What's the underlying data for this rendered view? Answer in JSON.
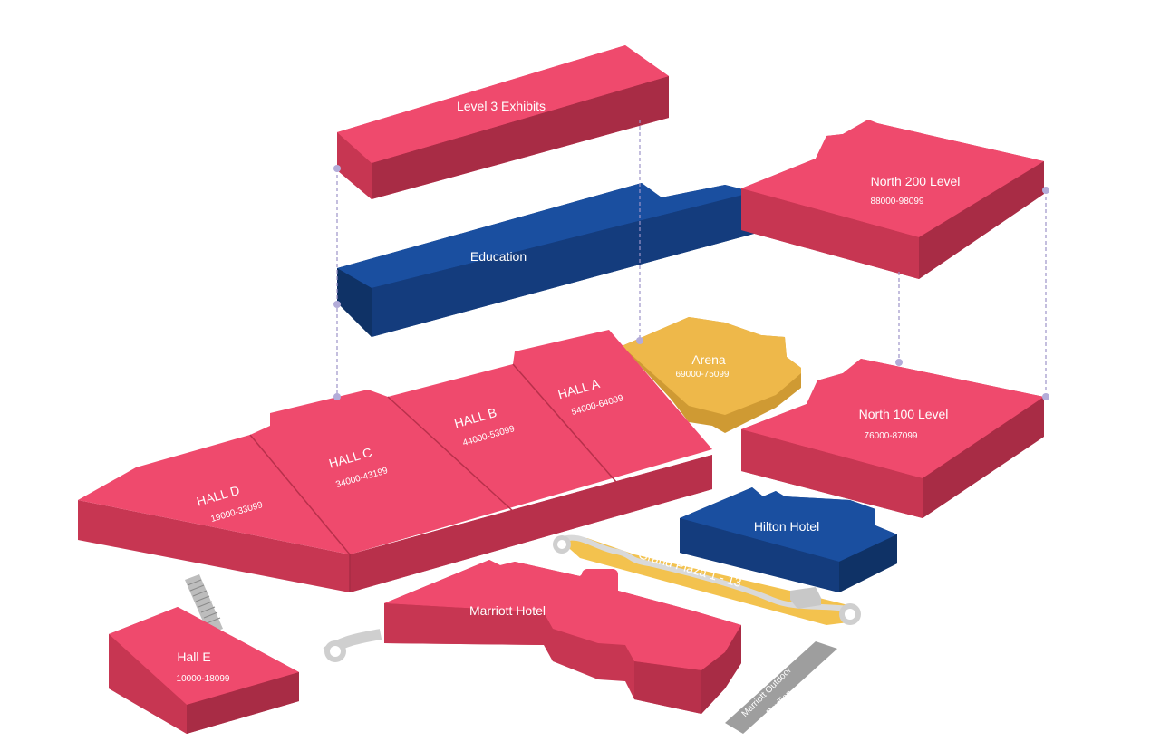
{
  "colors": {
    "exhibit_top": "#ef4a6d",
    "exhibit_front": "#c73652",
    "exhibit_side": "#a82c45",
    "education_top": "#1a4fa0",
    "education_front": "#143c7d",
    "arena_top": "#eeb84a",
    "arena_side": "#cf9a33",
    "plaza": "#f3c24e",
    "pavilion": "#9e9e9e",
    "connector": "#cfcfcf",
    "guide_line": "#9c94c8"
  },
  "buildings": {
    "level3": {
      "name": "Level 3 Exhibits"
    },
    "education": {
      "name": "Education"
    },
    "north200": {
      "name": "North 200 Level",
      "range": "88000-98099"
    },
    "north100": {
      "name": "North 100 Level",
      "range": "76000-87099"
    },
    "arena": {
      "name": "Arena",
      "range": "69000-75099"
    },
    "hallA": {
      "name": "HALL A",
      "range": "54000-64099"
    },
    "hallB": {
      "name": "HALL B",
      "range": "44000-53099"
    },
    "hallC": {
      "name": "HALL C",
      "range": "34000-43199"
    },
    "hallD": {
      "name": "HALL D",
      "range": "19000-33099"
    },
    "hallE": {
      "name": "Hall E",
      "range": "10000-18099"
    },
    "hilton": {
      "name": "Hilton Hotel"
    },
    "marriott": {
      "name": "Marriott Hotel"
    },
    "grandPlaza": {
      "name": "Grand Plaza  1 - 13"
    },
    "pavilion": {
      "line1": "Marriott Outdoor",
      "line2": "Pavilion"
    }
  }
}
